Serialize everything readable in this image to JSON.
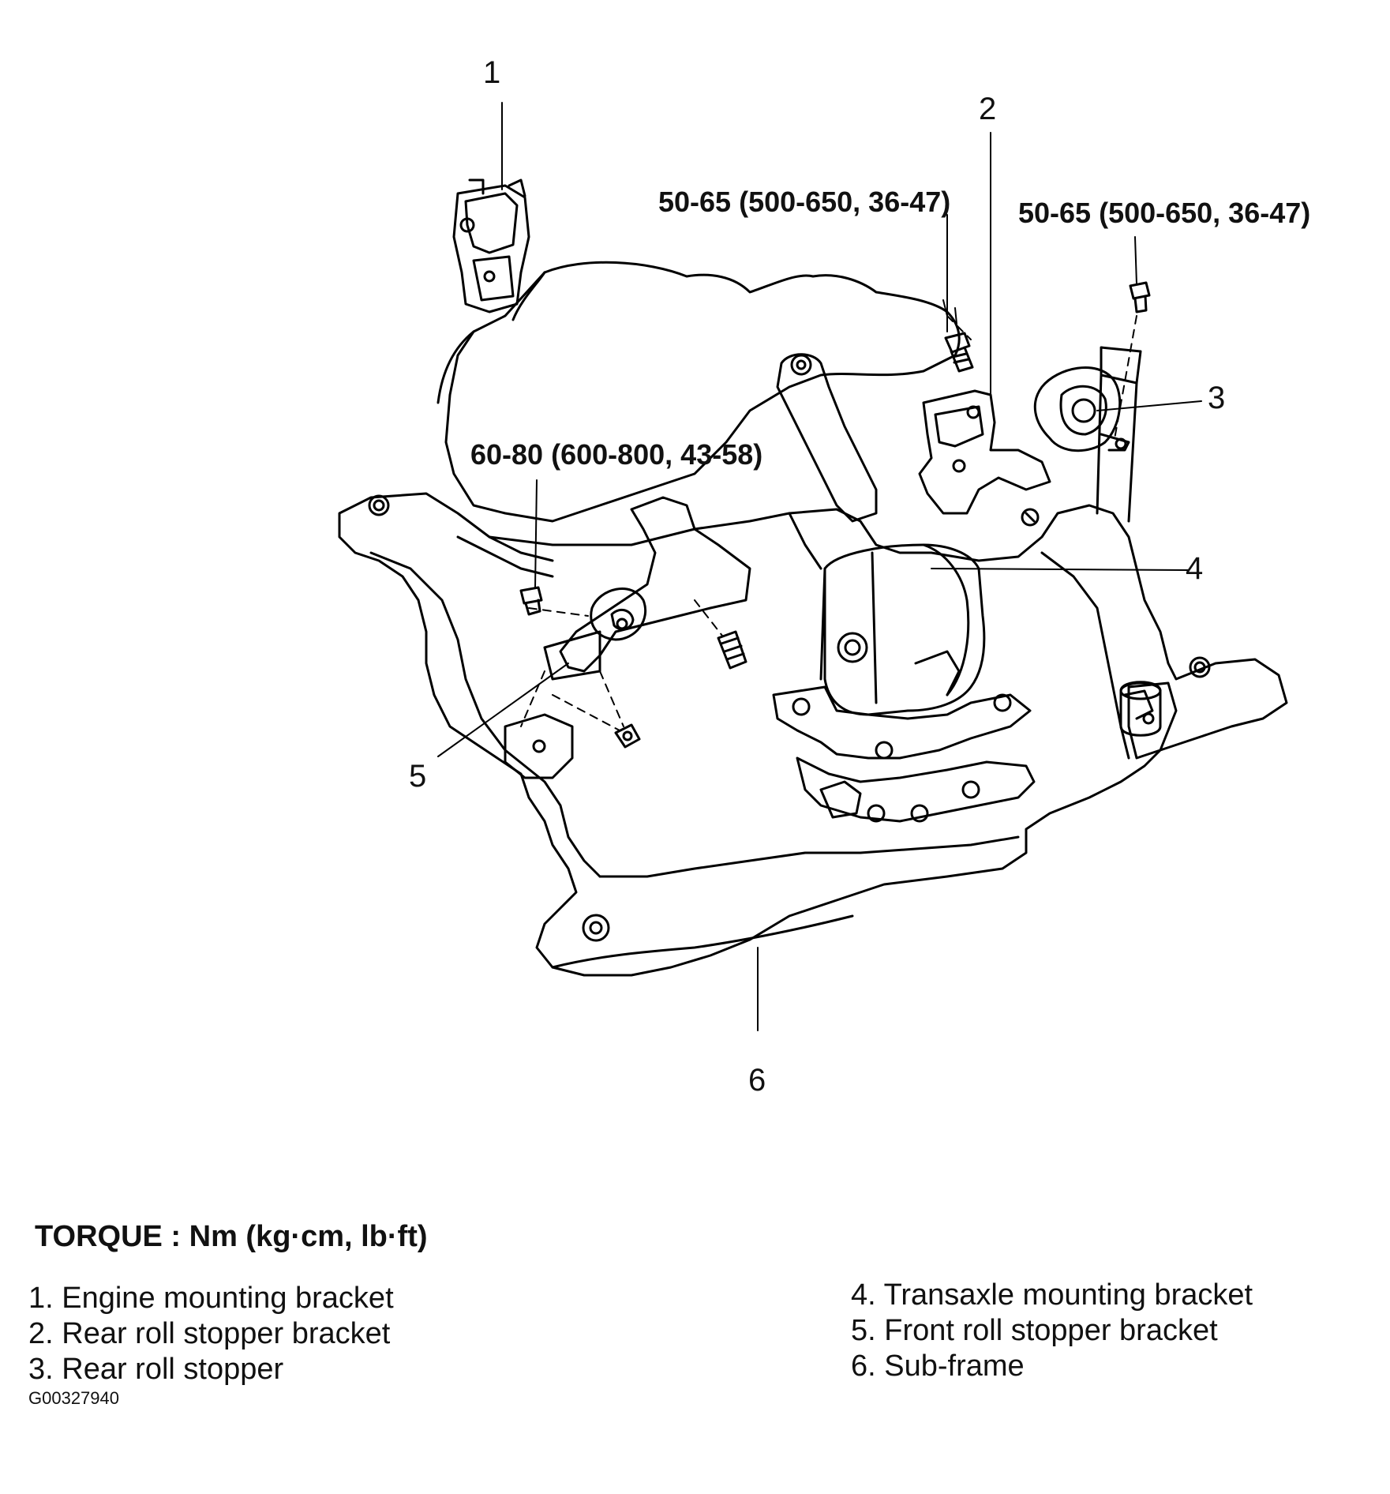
{
  "callouts": {
    "c1": "1",
    "c2": "2",
    "c3": "3",
    "c4": "4",
    "c5": "5",
    "c6": "6"
  },
  "torque_labels": {
    "t_left_upper": "50-65 (500-650, 36-47)",
    "t_right_upper": "50-65 (500-650, 36-47)",
    "t_front": "60-80 (600-800, 43-58)"
  },
  "legend": {
    "title": "TORQUE : Nm (kg·cm, lb·ft)",
    "left_items": [
      "1. Engine mounting bracket",
      "2. Rear roll stopper bracket",
      "3. Rear roll stopper"
    ],
    "right_items": [
      "4. Transaxle mounting bracket",
      "5. Front roll stopper bracket",
      "6. Sub-frame"
    ]
  },
  "figure_id": "G00327940"
}
